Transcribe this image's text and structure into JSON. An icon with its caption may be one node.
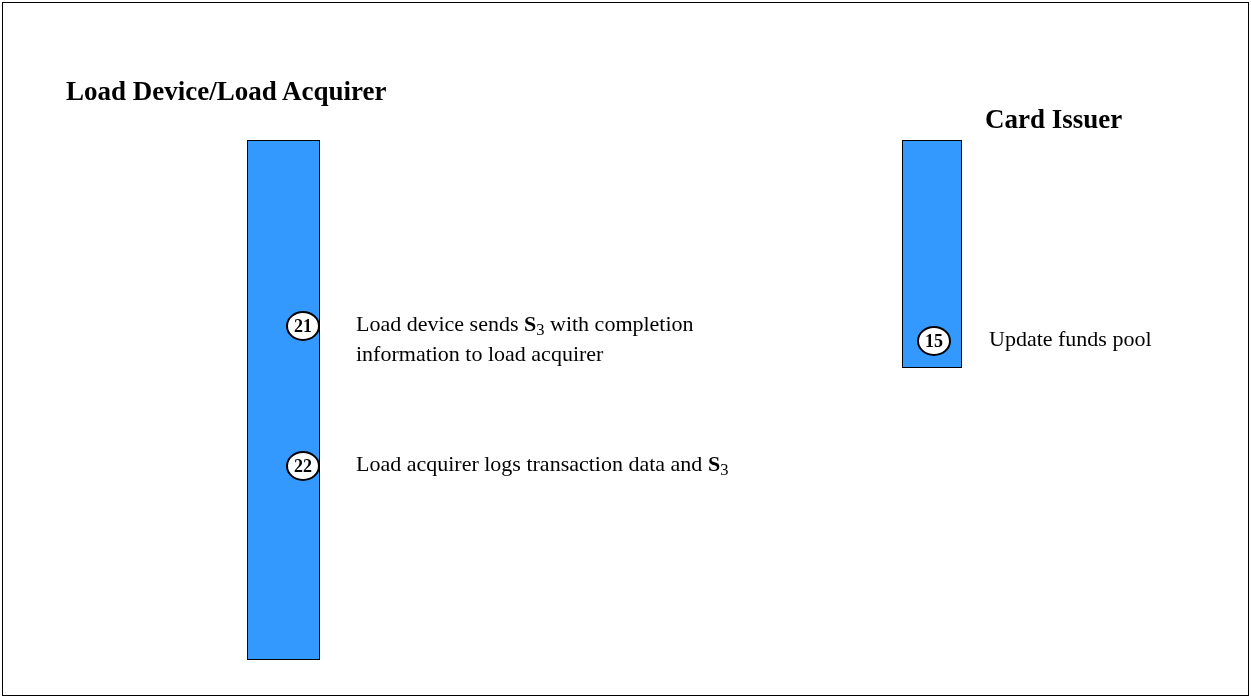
{
  "diagram": {
    "nodes": [
      {
        "text": [
          "Load Device/Load Acquirer"
        ]
      },
      {
        "text": [
          "21"
        ],
        "in": 0,
        "beside": [
          "Load device sends **S**$_{3}$ with completion information to load acquirer"
        ]
      },
      {
        "text": [
          "22"
        ],
        "in": 0,
        "beside": [
          "Load acquirer logs transaction data and **S**$_{3}$"
        ]
      },
      {
        "text": [
          "Card Issuer"
        ]
      },
      {
        "text": [
          "15"
        ],
        "in": 3,
        "beside": [
          "Update funds pool"
        ]
      }
    ]
  }
}
